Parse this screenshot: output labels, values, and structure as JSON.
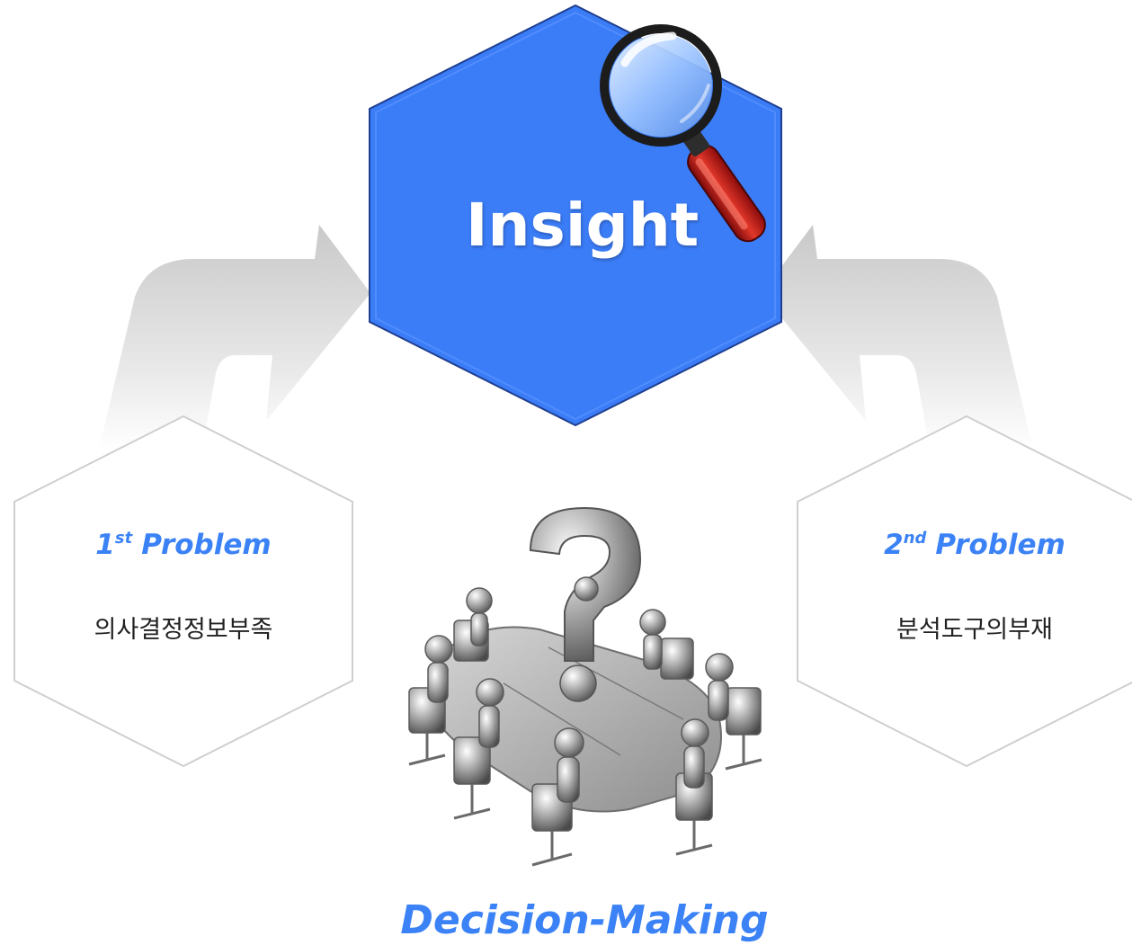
{
  "center": {
    "title": "Insight",
    "icon": "magnifier-icon",
    "fill_color": "#3b7cf7"
  },
  "left_problem": {
    "title_number": "1",
    "title_suffix": "st",
    "title_word": "Problem",
    "description": "의사결정정보부족"
  },
  "right_problem": {
    "title_number": "2",
    "title_suffix": "nd",
    "title_word": "Problem",
    "description": "분석도구의부재"
  },
  "bottom": {
    "title": "Decision-Making",
    "image": "meeting-table-question-mark-illustration"
  },
  "accent_color": "#3b82f6"
}
